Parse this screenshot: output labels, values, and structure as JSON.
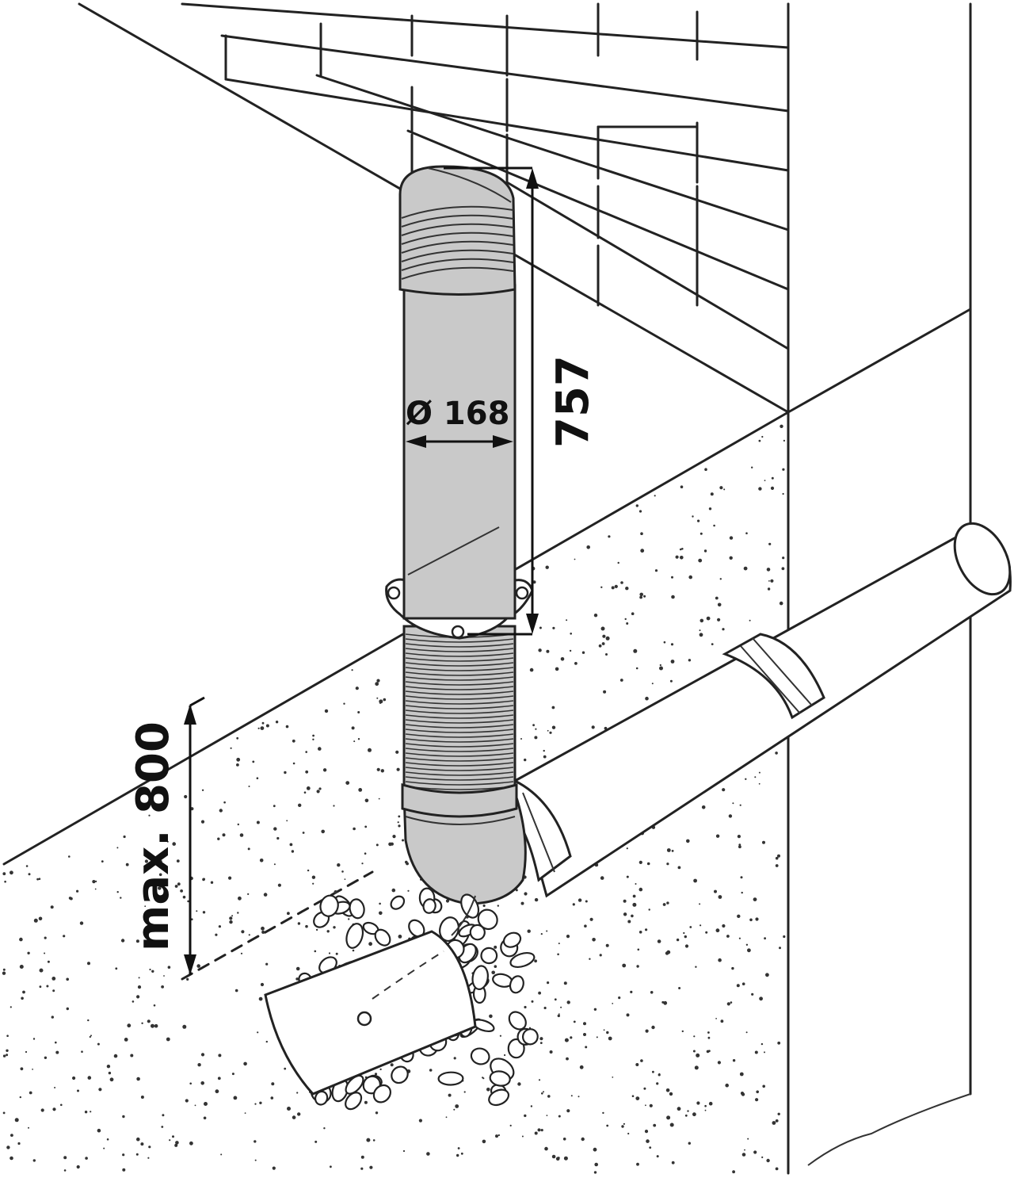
{
  "labels": {
    "diameter": "Ø 168",
    "height": "757",
    "depth": "max. 800"
  }
}
